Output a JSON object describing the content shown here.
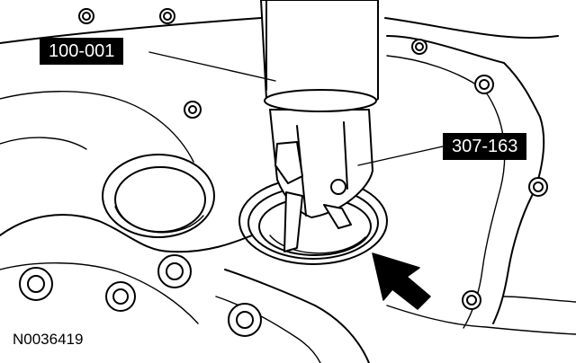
{
  "callouts": {
    "tool_a": "100-001",
    "tool_b": "307-163"
  },
  "figure_id": "N0036419",
  "colors": {
    "line": "#000000",
    "background": "#ffffff",
    "label_bg": "#000000",
    "label_text": "#ffffff"
  },
  "icons": {
    "direction_arrow": "arrow-icon"
  }
}
